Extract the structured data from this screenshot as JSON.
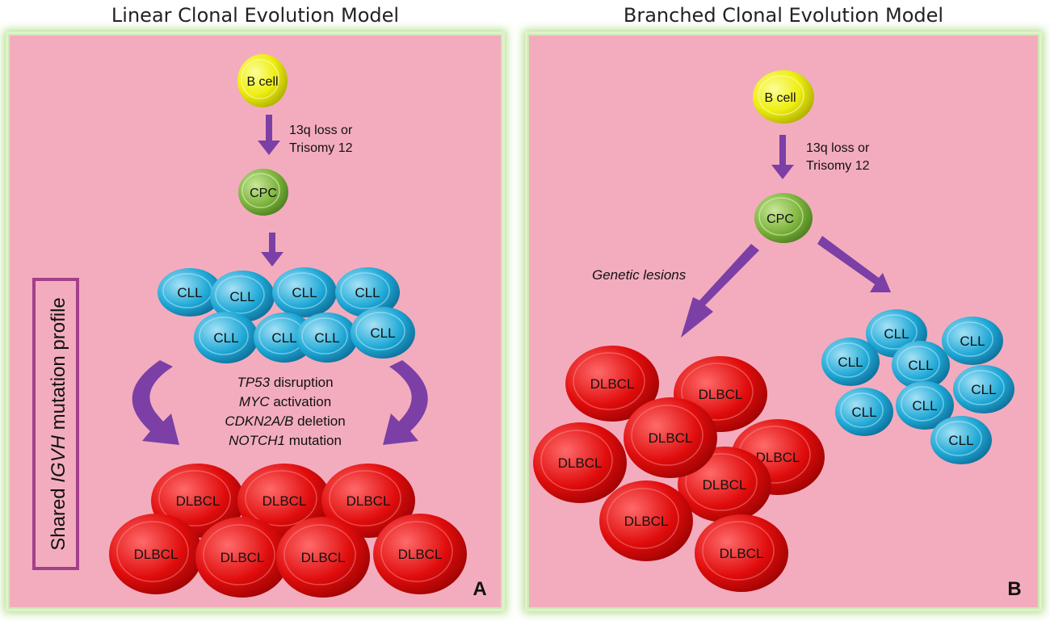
{
  "panels": {
    "left": {
      "title": "Linear Clonal Evolution Model",
      "letter": "A",
      "b_cell": "B cell",
      "step1": [
        "13q loss or",
        "Trisomy 12"
      ],
      "cpc": "CPC",
      "cll_cells": [
        "CLL",
        "CLL",
        "CLL",
        "CLL",
        "CLL",
        "CLL",
        "CLL",
        "CLL"
      ],
      "lesions": [
        {
          "gene": "TP53",
          "rest": " disruption"
        },
        {
          "gene": "MYC",
          "rest": " activation"
        },
        {
          "gene": "CDKN2A/B",
          "rest": " deletion"
        },
        {
          "gene": "NOTCH1",
          "rest": " mutation"
        }
      ],
      "dlbcl_cells": [
        "DLBCL",
        "DLBCL",
        "DLBCL",
        "DLBCL",
        "DLBCL",
        "DLBCL",
        "DLBCL"
      ],
      "shared_label": {
        "before": "Shared ",
        "gene": "IGVH",
        "after": " mutation profile"
      }
    },
    "right": {
      "title": "Branched Clonal Evolution Model",
      "letter": "B",
      "b_cell": "B cell",
      "step1": [
        "13q loss or",
        "Trisomy 12"
      ],
      "cpc": "CPC",
      "branch_label": "Genetic lesions",
      "dlbcl_cells": [
        "DLBCL",
        "DLBCL",
        "DLBCL",
        "DLBCL",
        "DLBCL",
        "DLBCL",
        "DLBCL",
        "DLBCL"
      ],
      "cll_cells": [
        "CLL",
        "CLL",
        "CLL",
        "CLL",
        "CLL",
        "CLL",
        "CLL",
        "CLL"
      ]
    }
  },
  "colors": {
    "panel_bg": "#f3acbe",
    "panel_glow": "#a8db7a",
    "arrow": "#7b3fa6",
    "b_cell": "#eeee10",
    "cpc": "#7cb33c",
    "cll": "#1ea8d6",
    "dlbcl": "#e00c0c",
    "shared_box": "#a3408a"
  }
}
